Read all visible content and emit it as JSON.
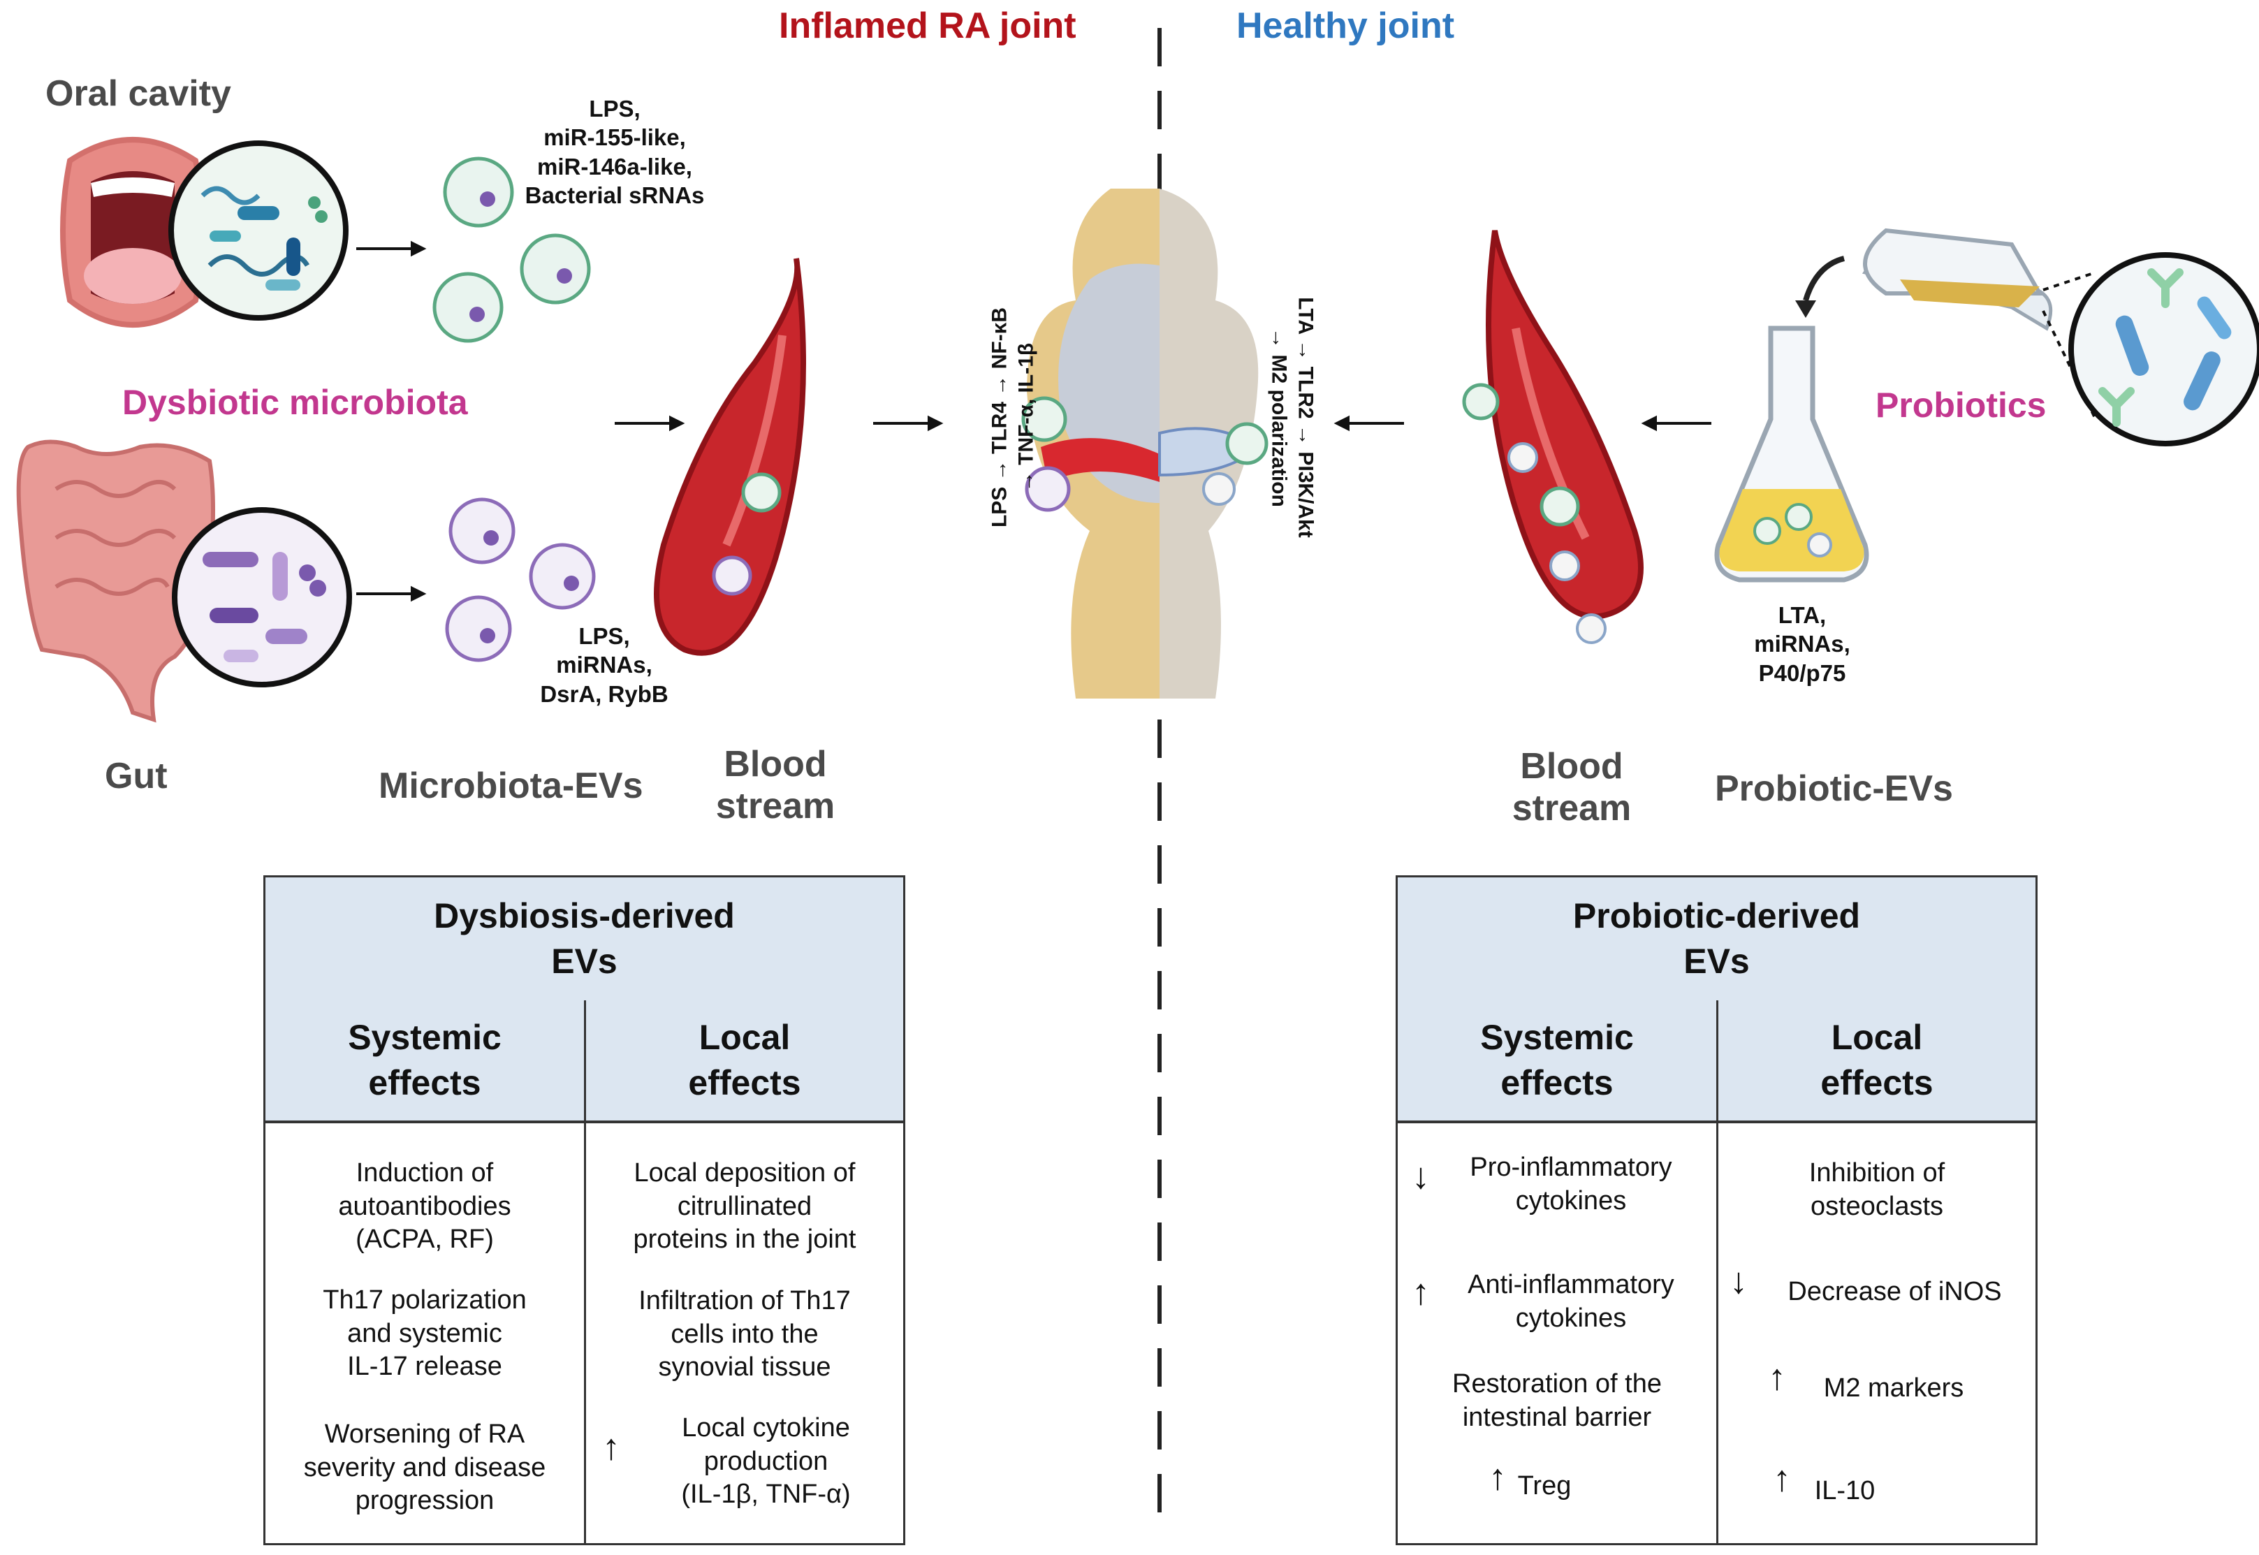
{
  "headers": {
    "left": "Inflamed RA joint",
    "right": "Healthy joint"
  },
  "labels": {
    "oral_cavity": "Oral cavity",
    "dysbiotic_microbiota": "Dysbiotic microbiota",
    "gut": "Gut",
    "microbiota_evs": "Microbiota-EVs",
    "blood_stream_left_1": "Blood",
    "blood_stream_left_2": "stream",
    "blood_stream_right_1": "Blood",
    "blood_stream_right_2": "stream",
    "probiotic_evs": "Probiotic-EVs",
    "probiotics": "Probiotics"
  },
  "cargo": {
    "oral": [
      "LPS,",
      "miR-155-like,",
      "miR-146a-like,",
      "Bacterial sRNAs"
    ],
    "gut": [
      "LPS,",
      "miRNAs,",
      "DsrA, RybB"
    ],
    "probiotic": [
      "LTA,",
      "miRNAs,",
      "P40/p75"
    ]
  },
  "pathways": {
    "left": [
      "LPS → TLR4 → NF-κB",
      "→ TNF-α, IL-1β"
    ],
    "right": [
      "LTA → TLR2 → PI3K/Akt",
      "→ M2 polarization"
    ]
  },
  "table_left": {
    "title": [
      "Dysbiosis-derived",
      "EVs"
    ],
    "col1_header": [
      "Systemic",
      "effects"
    ],
    "col2_header": [
      "Local",
      "effects"
    ],
    "col1": [
      [
        "Induction of",
        "autoantibodies",
        "(ACPA, RF)"
      ],
      [
        "Th17 polarization",
        "and systemic",
        "IL-17  release"
      ],
      [
        "Worsening of RA",
        "severity and disease",
        "progression"
      ]
    ],
    "col2": [
      [
        "Local deposition of",
        "citrullinated",
        "proteins in the joint"
      ],
      [
        "Infiltration of Th17",
        "cells into the",
        "synovial tissue"
      ],
      [
        "Local cytokine",
        "production",
        "(IL-1β, TNF-α)"
      ]
    ]
  },
  "table_right": {
    "title": [
      "Probiotic-derived",
      "EVs"
    ],
    "col1_header": [
      "Systemic",
      "effects"
    ],
    "col2_header": [
      "Local",
      "effects"
    ],
    "col1": [
      [
        "Pro-inflammatory",
        "cytokines"
      ],
      [
        "Anti-inflammatory",
        "cytokines"
      ],
      [
        "Restoration of the",
        "intestinal barrier"
      ],
      [
        "Treg"
      ]
    ],
    "col2": [
      [
        "Inhibition of",
        "osteoclasts"
      ],
      [
        "Decrease of iNOS"
      ],
      [
        "M2 markers"
      ],
      [
        "IL-10"
      ]
    ]
  },
  "arrows": {
    "up": "↑",
    "down": "↓"
  },
  "colors": {
    "red_header": "#b3131b",
    "blue_header": "#2f78c0",
    "pink_label": "#c2378e",
    "table_fill": "#dce6f1",
    "vessel": "#c8262c",
    "cartilage": "#e6c98a"
  }
}
